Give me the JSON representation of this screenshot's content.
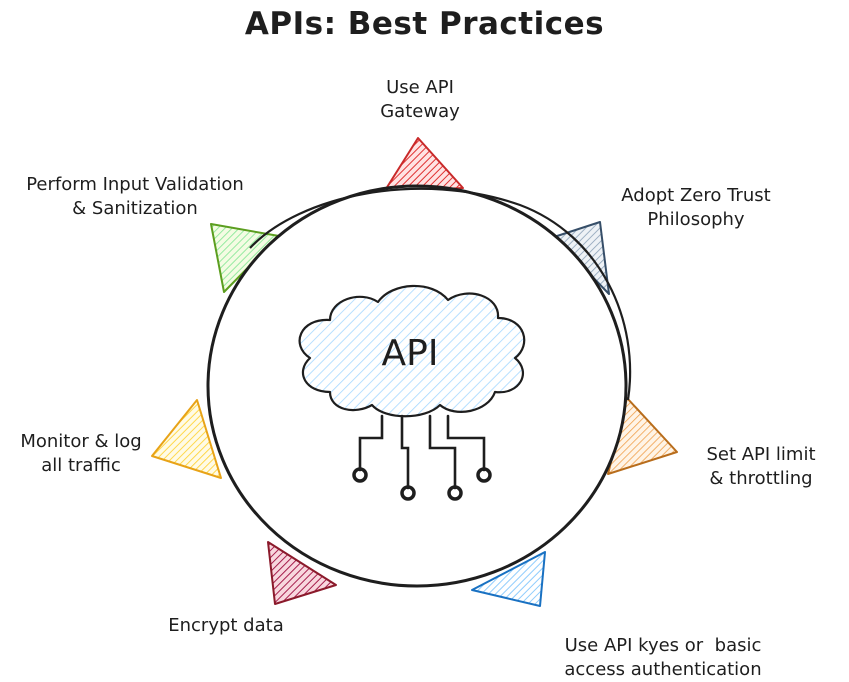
{
  "title": "APIs: Best Practices",
  "center": {
    "label": "API",
    "icon": "cloud-circuit-icon",
    "fill": "#a5d8ff"
  },
  "practices": [
    {
      "id": "gateway",
      "lines": [
        "Use API",
        "Gateway"
      ],
      "color": "#c92a2a",
      "fill": "#ffa8a8"
    },
    {
      "id": "zero-trust",
      "lines": [
        "Adopt Zero Trust",
        "Philosophy"
      ],
      "color": "#364e68",
      "fill": "#a5b4c4"
    },
    {
      "id": "rate-limit",
      "lines": [
        "Set API limit",
        "& throttling"
      ],
      "color": "#b86d1c",
      "fill": "#ffc078"
    },
    {
      "id": "api-keys",
      "lines": [
        "Use API kyes or  basic",
        "access authentication"
      ],
      "color": "#1971c2",
      "fill": "#a5d8ff"
    },
    {
      "id": "encrypt",
      "lines": [
        "Encrypt data"
      ],
      "color": "#8b1a2b",
      "fill": "#c2255c"
    },
    {
      "id": "monitor",
      "lines": [
        "Monitor & log",
        "all traffic"
      ],
      "color": "#e8a317",
      "fill": "#ffec99"
    },
    {
      "id": "validation",
      "lines": [
        "Perform Input Validation",
        "& Sanitization"
      ],
      "color": "#5c9e1f",
      "fill": "#b2f2bb"
    }
  ]
}
